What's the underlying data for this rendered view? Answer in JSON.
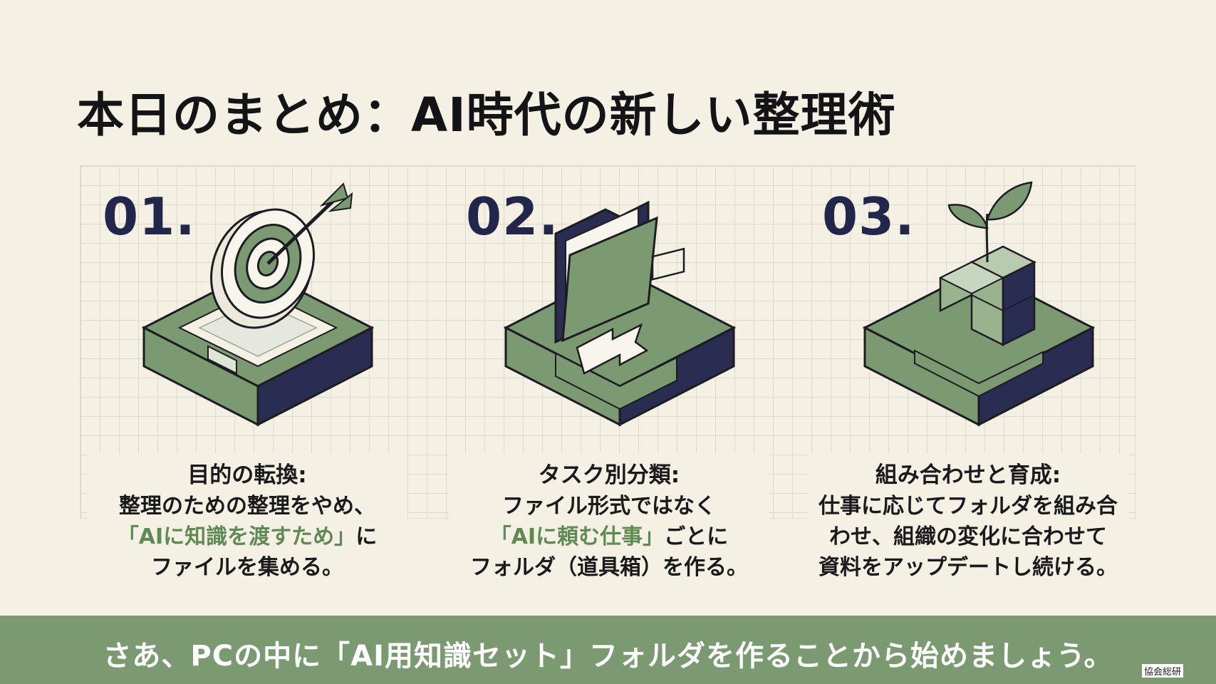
{
  "title": "本日のまとめ：AI時代の新しい整理術",
  "cards": [
    {
      "number": "01.",
      "heading": "目的の転換:",
      "line1": "整理のための整理をやめ、",
      "accent": "「AIに知識を渡すため」",
      "line2_rest": "に",
      "line3": "ファイルを集める。",
      "icon": "target-icon"
    },
    {
      "number": "02.",
      "heading": "タスク別分類:",
      "line1": "ファイル形式ではなく",
      "accent": "「AIに頼む仕事」",
      "line2_rest": "ごとに",
      "line3": "フォルダ（道具箱）を作る。",
      "icon": "folder-icon"
    },
    {
      "number": "03.",
      "heading": "組み合わせと育成:",
      "line1": "仕事に応じてフォルダを組み合",
      "line2": "わせ、組織の変化に合わせて",
      "line3": "資料をアップデートし続ける。",
      "icon": "sprout-icon"
    }
  ],
  "footer": "さあ、PCの中に「AI用知識セット」フォルダを作ることから始めましょう。",
  "watermark": "協会総研",
  "colors": {
    "background": "#f4f0e4",
    "accent_green": "#7b9a72",
    "dark_navy": "#21264a",
    "highlight_green": "#5f8a54"
  }
}
